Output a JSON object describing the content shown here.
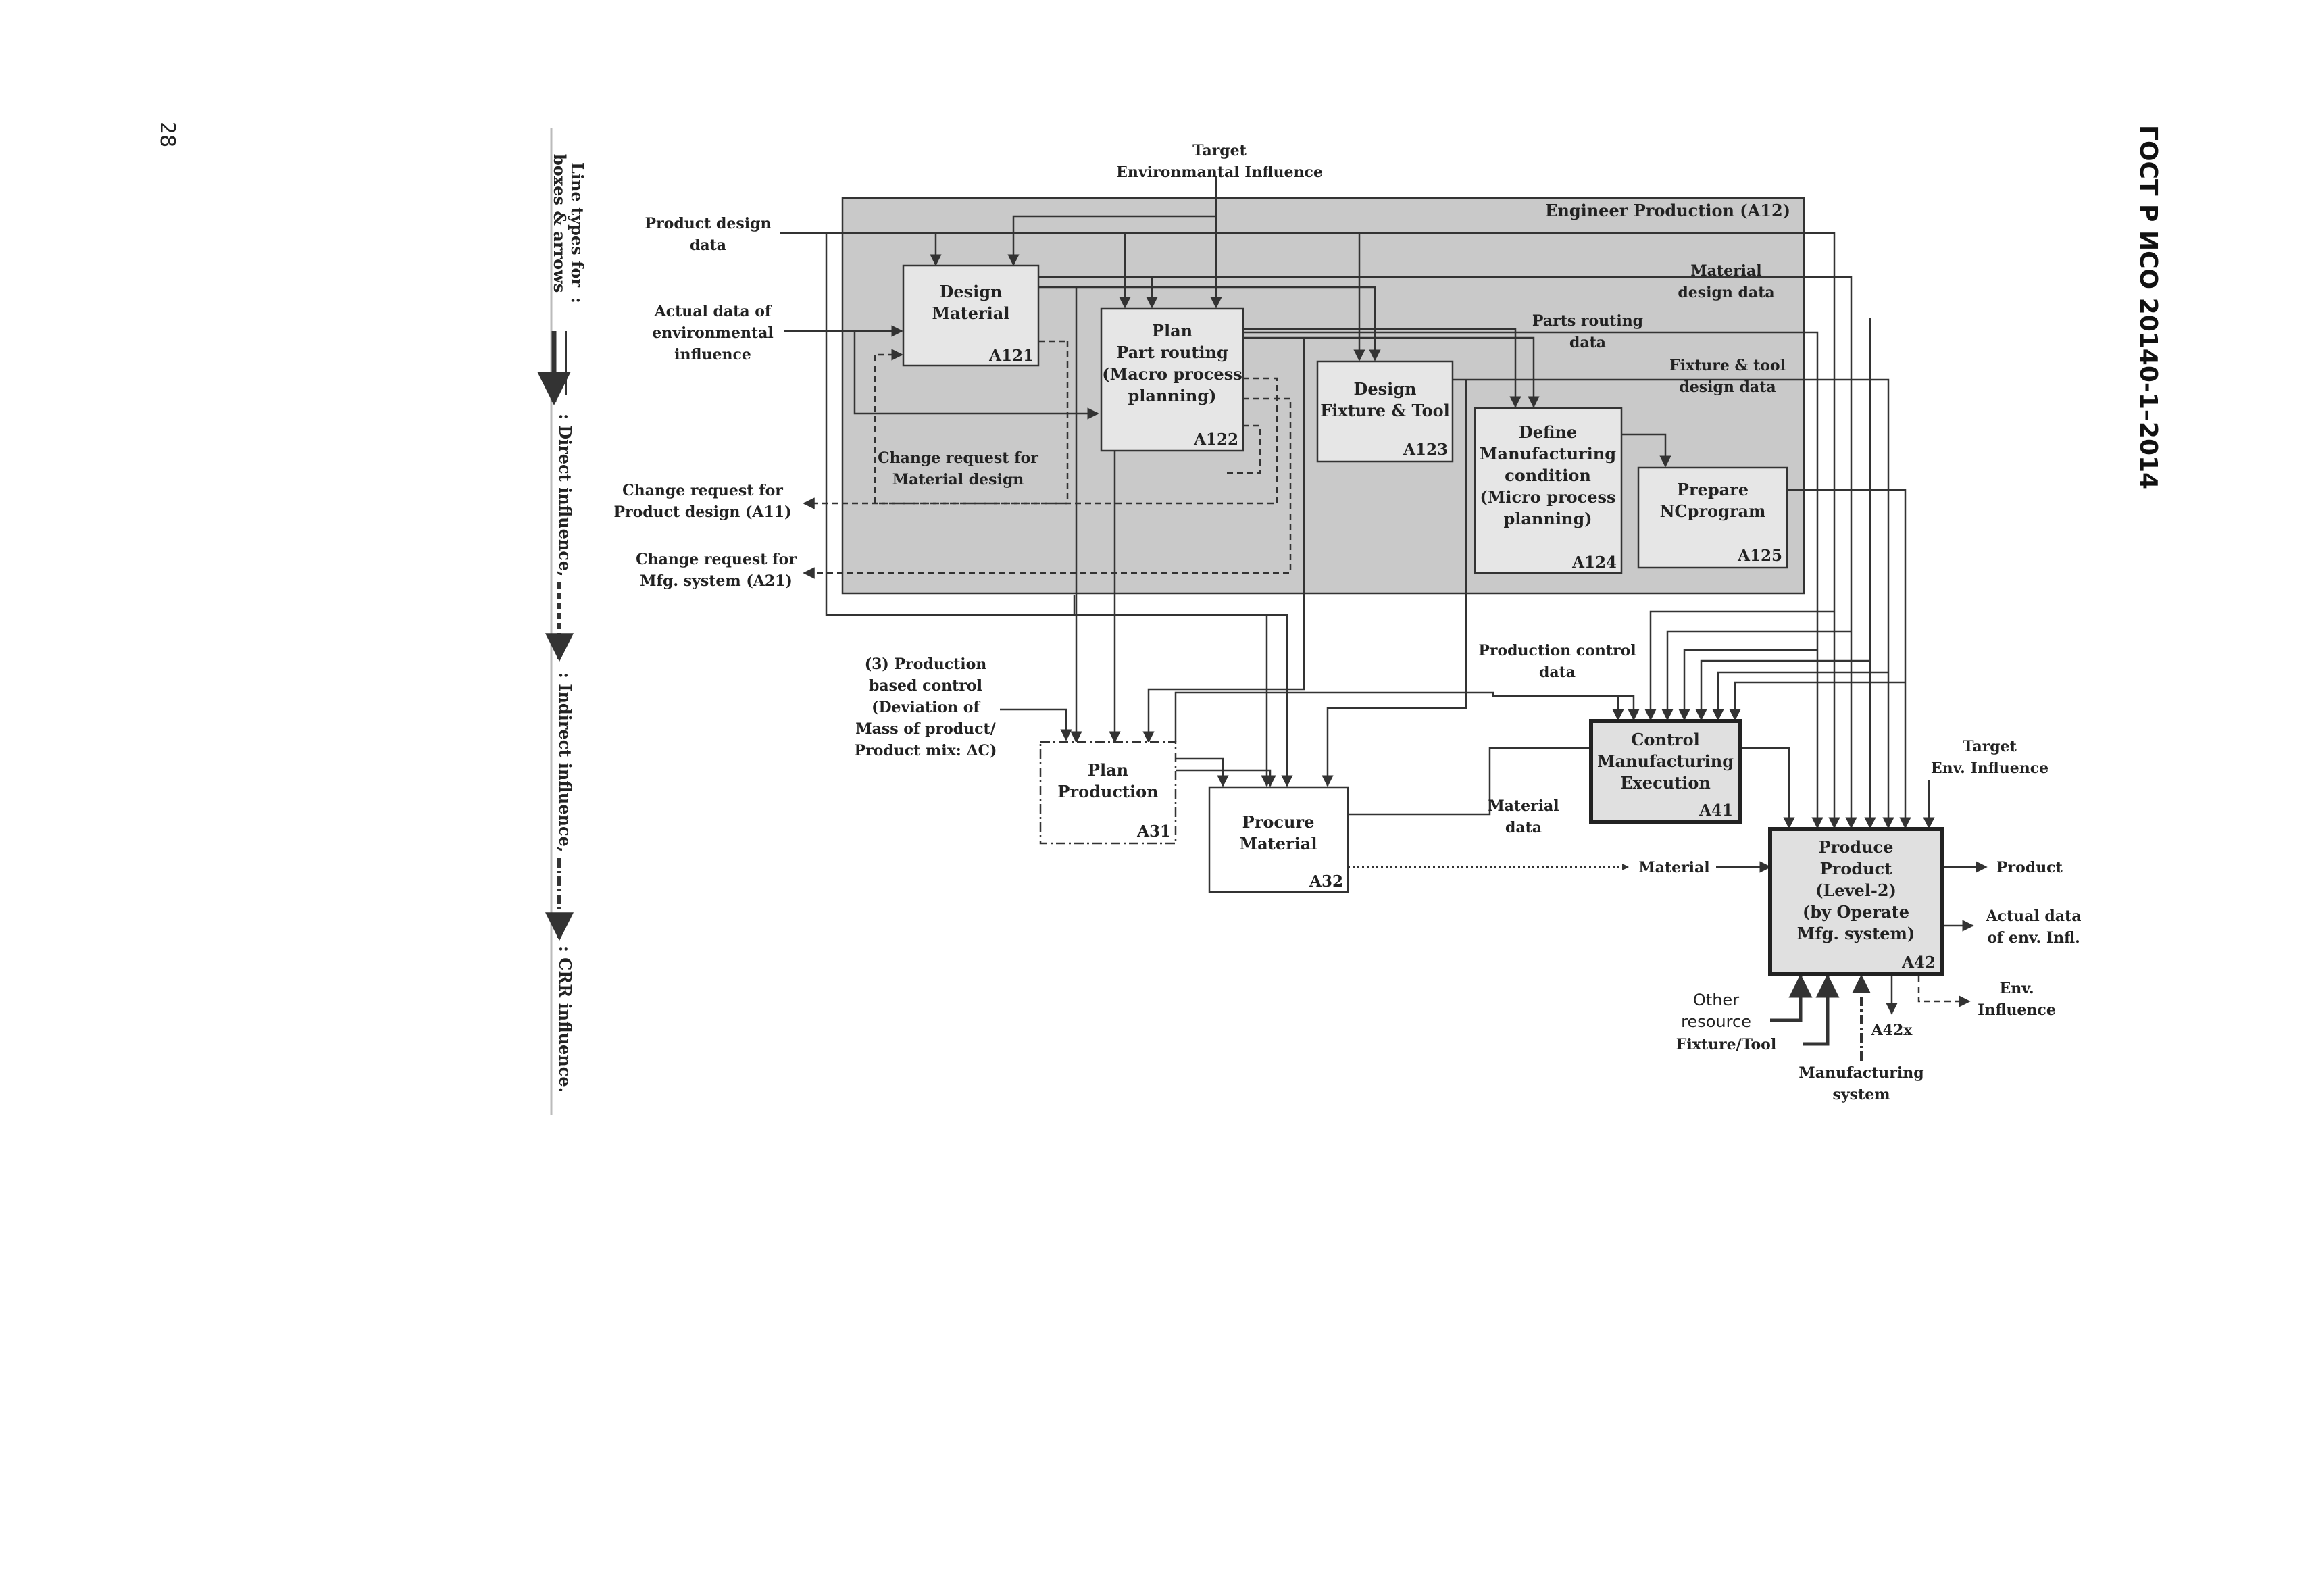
{
  "header": {
    "standard": "ГОСТ Р ИСО 20140-1–2014",
    "page_number": "28"
  },
  "legend": {
    "title_line1": "Line types for",
    "title_line2": "boxes & arrows",
    "colon": ":",
    "direct": ": Direct influence,",
    "indirect": ": Indirect influence,",
    "crr": ": CRR influence."
  },
  "engineer_box": {
    "title": "Engineer Production (A12)"
  },
  "boxes": {
    "a121": {
      "lines": [
        "Design",
        "Material"
      ],
      "code": "A121"
    },
    "a122": {
      "lines": [
        "Plan",
        "Part routing",
        "(Macro process",
        "planning)"
      ],
      "code": "A122"
    },
    "a123": {
      "lines": [
        "Design",
        "Fixture & Tool"
      ],
      "code": "A123"
    },
    "a124": {
      "lines": [
        "Define",
        "Manufacturing",
        "condition",
        "(Micro process",
        "planning)"
      ],
      "code": "A124"
    },
    "a125": {
      "lines": [
        "Prepare",
        "NCprogram"
      ],
      "code": "A125"
    },
    "a31": {
      "lines": [
        "Plan",
        "Production"
      ],
      "code": "A31"
    },
    "a32": {
      "lines": [
        "Procure",
        "Material"
      ],
      "code": "A32"
    },
    "a41": {
      "lines": [
        "Control",
        "Manufacturing",
        "Execution"
      ],
      "code": "A41"
    },
    "a42": {
      "lines": [
        "Produce",
        "Product",
        "(Level-2)",
        "(by Operate",
        "Mfg. system)"
      ],
      "code": "A42"
    }
  },
  "labels": {
    "target_env": [
      "Target",
      "Environmantal Influence"
    ],
    "product_design_data": [
      "Product design",
      "data"
    ],
    "actual_env_data": [
      "Actual data of",
      "environmental",
      "influence"
    ],
    "change_req_product": [
      "Change request for",
      "Product design (A11)"
    ],
    "change_req_mfg": [
      "Change request for",
      "Mfg. system (A21)"
    ],
    "change_req_material": [
      "Change request for",
      "Material design"
    ],
    "material_design_data": [
      "Material",
      "design data"
    ],
    "parts_routing_data": [
      "Parts routing",
      "data"
    ],
    "fixture_tool_data": [
      "Fixture & tool",
      "design data"
    ],
    "production_control_data": [
      "Production control",
      "data"
    ],
    "production_based_control": [
      "(3) Production",
      "based control",
      "(Deviation of",
      "Mass of product/",
      "Product mix: ΔC)"
    ],
    "material_data": [
      "Material",
      "data"
    ],
    "material": "Material",
    "target_env_right": [
      "Target",
      "Env. Influence"
    ],
    "product": "Product",
    "actual_env_infl": [
      "Actual data",
      "of env. Infl."
    ],
    "env_influence": [
      "Env.",
      "Influence"
    ],
    "other_resource": [
      "Other",
      "resource"
    ],
    "fixture_tool": "Fixture/Tool",
    "a42x": "A42x",
    "manufacturing_system": [
      "Manufacturing",
      "system"
    ]
  }
}
